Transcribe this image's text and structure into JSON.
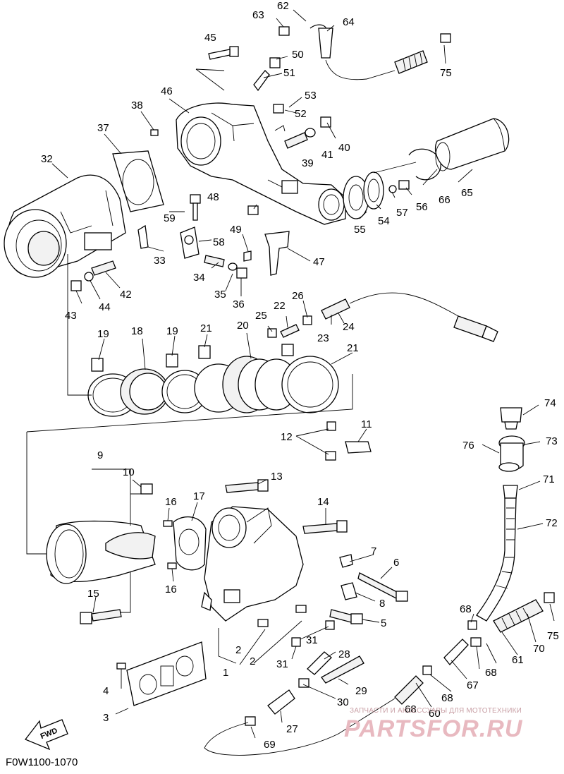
{
  "diagram_code": "F0W1100-1070",
  "fwd_label": "FWD",
  "watermark": {
    "subtitle": "ЗАПЧАСТИ И АКСЕССУАРЫ ДЛЯ МОТОТЕХНИКИ",
    "brand": "PARTSFOR.RU"
  },
  "parts": {
    "p1": "1",
    "p2a": "2",
    "p2b": "2",
    "p3": "3",
    "p4": "4",
    "p5": "5",
    "p6": "6",
    "p7": "7",
    "p8": "8",
    "p9": "9",
    "p10": "10",
    "p11": "11",
    "p12": "12",
    "p13": "13",
    "p14": "14",
    "p15": "15",
    "p16a": "16",
    "p16b": "16",
    "p17": "17",
    "p18": "18",
    "p19a": "19",
    "p19b": "19",
    "p20": "20",
    "p21a": "21",
    "p21b": "21",
    "p22": "22",
    "p23": "23",
    "p24": "24",
    "p25": "25",
    "p26": "26",
    "p27": "27",
    "p28": "28",
    "p29": "29",
    "p30": "30",
    "p31a": "31",
    "p31b": "31",
    "p32": "32",
    "p33": "33",
    "p34": "34",
    "p35": "35",
    "p36": "36",
    "p37": "37",
    "p38": "38",
    "p39": "39",
    "p40": "40",
    "p41": "41",
    "p42": "42",
    "p43": "43",
    "p44": "44",
    "p45": "45",
    "p46": "46",
    "p47": "47",
    "p48": "48",
    "p49": "49",
    "p50": "50",
    "p51": "51",
    "p52": "52",
    "p53": "53",
    "p54": "54",
    "p55": "55",
    "p56": "56",
    "p57": "57",
    "p58": "58",
    "p59": "59",
    "p60": "60",
    "p61": "61",
    "p62": "62",
    "p63": "63",
    "p64": "64",
    "p65": "65",
    "p66": "66",
    "p67": "67",
    "p68a": "68",
    "p68b": "68",
    "p68c": "68",
    "p68d": "68",
    "p69": "69",
    "p70": "70",
    "p71": "71",
    "p72": "72",
    "p73": "73",
    "p74": "74",
    "p75a": "75",
    "p75b": "75",
    "p76": "76"
  }
}
